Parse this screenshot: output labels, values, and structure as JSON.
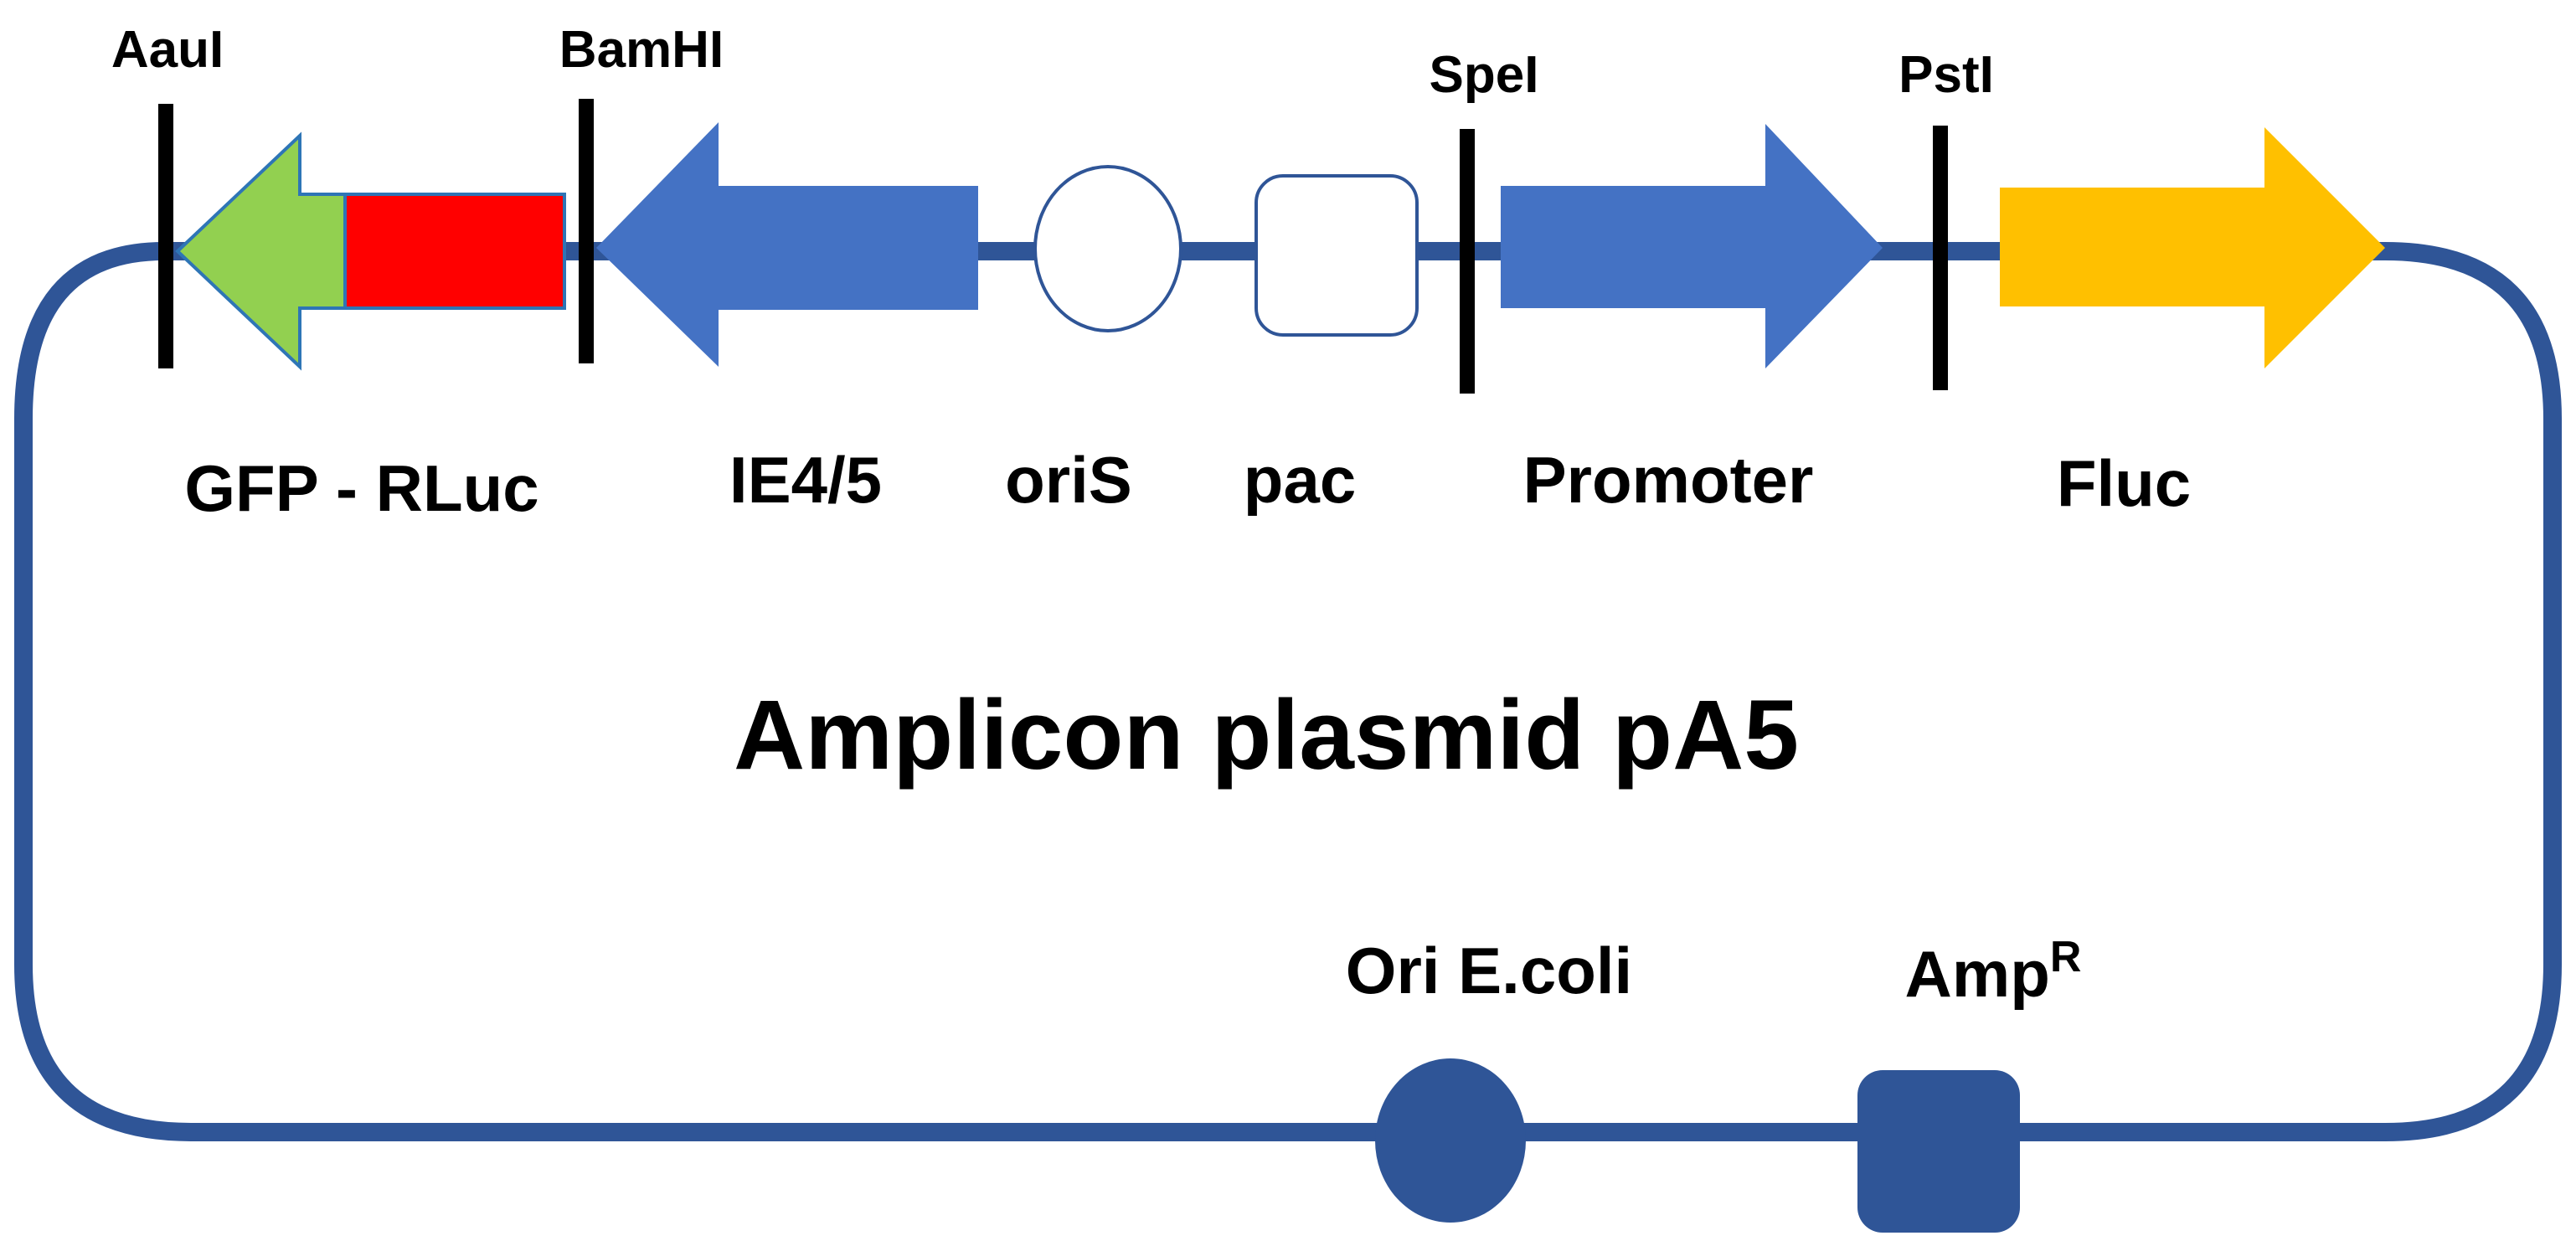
{
  "title": "Amplicon plasmid pA5",
  "restriction_sites": [
    {
      "label": "AauI"
    },
    {
      "label": "BamHI"
    },
    {
      "label": "SpeI"
    },
    {
      "label": "PstI"
    }
  ],
  "features": [
    {
      "label": "GFP - RLuc"
    },
    {
      "label": "IE4/5"
    },
    {
      "label": "oriS"
    },
    {
      "label": "pac"
    },
    {
      "label": "Promoter"
    },
    {
      "label": "Fluc"
    }
  ],
  "backbone": [
    {
      "label": "Ori E.coli"
    },
    {
      "label": "Amp",
      "superscript": "R"
    }
  ],
  "colors": {
    "backbone": "#2f5597",
    "gfp": "#92d050",
    "rluc": "#ff0000",
    "ie45": "#4472c4",
    "promoter": "#4472c4",
    "fluc": "#ffc000",
    "marker": "#2f5597",
    "site_line": "#000000"
  }
}
